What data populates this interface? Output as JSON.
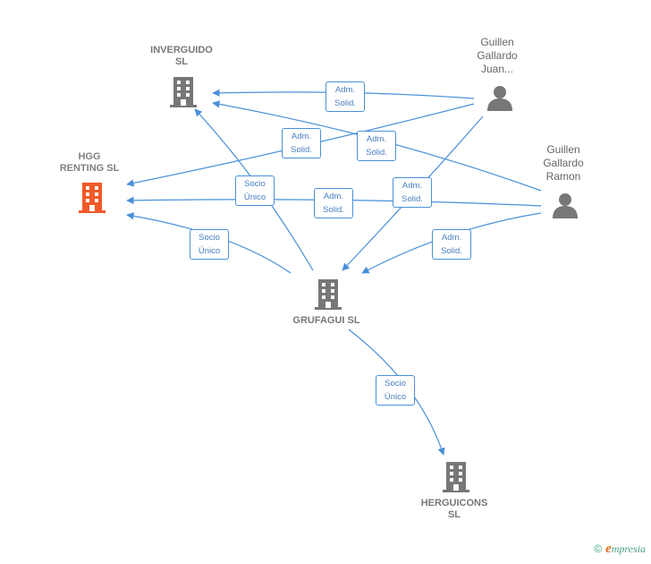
{
  "nodes": {
    "inverguido": {
      "label": "INVERGUIDO\nSL",
      "kind": "company",
      "color": "#777777"
    },
    "hgg": {
      "label": "HGG\nRENTING  SL",
      "kind": "company",
      "color": "#f05a28"
    },
    "grufagui": {
      "label": "GRUFAGUI  SL",
      "kind": "company",
      "color": "#777777"
    },
    "herguicons": {
      "label": "HERGUICONS\nSL",
      "kind": "company",
      "color": "#777777"
    },
    "guillen_juan": {
      "label": "Guillen\nGallardo\nJuan...",
      "kind": "person",
      "color": "#777777"
    },
    "guillen_ramon": {
      "label": "Guillen\nGallardo\nRamon",
      "kind": "person",
      "color": "#777777"
    }
  },
  "edges": [
    {
      "id": "e1",
      "label": "Adm.\nSolid."
    },
    {
      "id": "e2",
      "label": "Adm.\nSolid."
    },
    {
      "id": "e3",
      "label": "Adm.\nSolid."
    },
    {
      "id": "e4",
      "label": "Adm.\nSolid."
    },
    {
      "id": "e5",
      "label": "Adm.\nSolid."
    },
    {
      "id": "e6",
      "label": "Adm.\nSolid."
    },
    {
      "id": "e7",
      "label": "Socio\nÚnico"
    },
    {
      "id": "e8",
      "label": "Socio\nÚnico"
    },
    {
      "id": "e9",
      "label": "Socio\nÚnico"
    }
  ],
  "brand": {
    "copyright": "©",
    "initial": "e",
    "rest": "mpresia"
  },
  "colors": {
    "edge": "#4a90d9",
    "edge_text": "#4a7fc1",
    "company": "#777777",
    "focus": "#f05a28"
  }
}
